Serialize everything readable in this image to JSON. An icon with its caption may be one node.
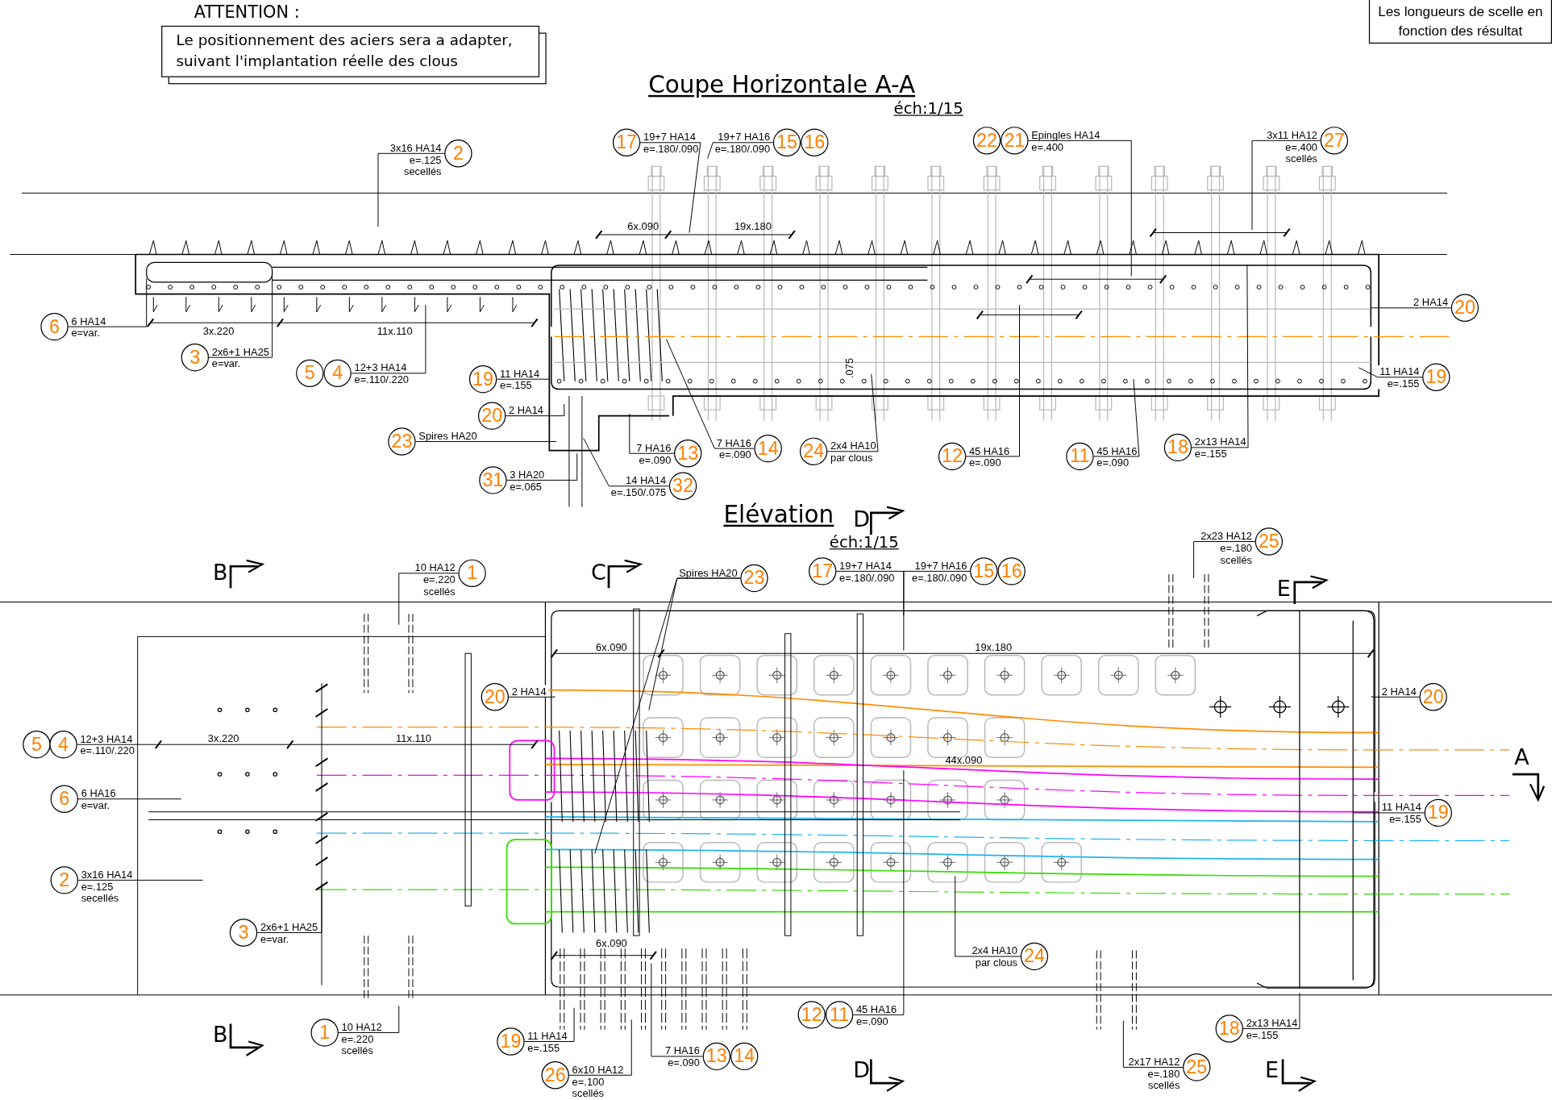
{
  "diagram": {
    "nodes": [
      {
        "text": [
          "ATTENTION :",
          "Le positionnement des aciers sera a adapter, suivant l'implantation réelle des clous"
        ]
      },
      {
        "text": [
          "Les longueurs de scelle en fonction des résultat"
        ]
      },
      {
        "text": [
          "2"
        ],
        "beside": [
          "3x16 HA14 e=.125 secellés"
        ]
      },
      {
        "text": [
          "6"
        ],
        "beside": [
          "6 HA14 e=var."
        ]
      },
      {
        "text": [
          "3"
        ],
        "beside": [
          "2x6+1 HA25 e=var."
        ]
      },
      {
        "text": [
          "5"
        ]
      },
      {
        "text": [
          "4"
        ],
        "beside": [
          "12+3 HA14 e=.110/.220"
        ]
      },
      {
        "text": [
          "17"
        ],
        "beside": [
          "19+7 HA14 e=.180/.090"
        ]
      },
      {
        "text": [
          "15"
        ],
        "beside": [
          "19+7 HA16 e=.180/.090"
        ]
      },
      {
        "text": [
          "16"
        ]
      },
      {
        "text": [
          "22"
        ]
      },
      {
        "text": [
          "21"
        ],
        "beside": [
          "Epingles HA14 e=.400"
        ]
      },
      {
        "text": [
          "27"
        ],
        "beside": [
          "3x11 HA12 e=.400 scellés"
        ]
      },
      {
        "text": [
          "20"
        ],
        "beside": [
          "2 HA14"
        ]
      },
      {
        "text": [
          "19"
        ],
        "beside": [
          "11 HA14 e=.155"
        ]
      },
      {
        "text": [
          "19"
        ],
        "beside": [
          "11 HA14 e=.155"
        ]
      },
      {
        "text": [
          "20"
        ],
        "beside": [
          "2 HA14"
        ]
      },
      {
        "text": [
          "23"
        ],
        "beside": [
          "Spires HA20"
        ]
      },
      {
        "text": [
          "13"
        ],
        "beside": [
          "7 HA16 e=.090"
        ]
      },
      {
        "text": [
          "14"
        ],
        "beside": [
          "7 HA16 e=.090"
        ]
      },
      {
        "text": [
          "24"
        ],
        "beside": [
          "2x4 HA10 par clous"
        ]
      },
      {
        "text": [
          "12"
        ],
        "beside": [
          "45 HA16 e=.090"
        ]
      },
      {
        "text": [
          "11"
        ],
        "beside": [
          "45 HA16 e=.090"
        ]
      },
      {
        "text": [
          "18"
        ],
        "beside": [
          "2x13 HA14 e=.155"
        ]
      },
      {
        "text": [
          "31"
        ],
        "beside": [
          "3 HA20 e=.065"
        ]
      },
      {
        "text": [
          "32"
        ],
        "beside": [
          "14 HA14 e=.150/.075"
        ]
      },
      {
        "text": [
          "1"
        ],
        "beside": [
          "10 HA12 e=.220 scellés"
        ]
      },
      {
        "text": [
          "17"
        ],
        "beside": [
          "19+7 HA14 e=.180/.090"
        ]
      },
      {
        "text": [
          "15"
        ],
        "beside": [
          "19+7 HA16 e=.180/.090"
        ]
      },
      {
        "text": [
          "16"
        ]
      },
      {
        "text": [
          "23"
        ],
        "beside": [
          "Spires HA20"
        ]
      },
      {
        "text": [
          "25"
        ],
        "beside": [
          "2x23 HA12 e=.180 scellés"
        ]
      },
      {
        "text": [
          "20"
        ],
        "beside": [
          "2 HA14"
        ]
      },
      {
        "text": [
          "20"
        ],
        "beside": [
          "2 HA14"
        ]
      },
      {
        "text": [
          "5"
        ]
      },
      {
        "text": [
          "4"
        ],
        "beside": [
          "12+3 HA14 e=.110/.220"
        ]
      },
      {
        "text": [
          "6"
        ],
        "beside": [
          "6 HA16 e=var."
        ]
      },
      {
        "text": [
          "19"
        ],
        "beside": [
          "11 HA14 e=.155"
        ]
      },
      {
        "text": [
          "2"
        ],
        "beside": [
          "3x16 HA14 e=.125 secellés"
        ]
      },
      {
        "text": [
          "3"
        ],
        "beside": [
          "2x6+1 HA25 e=var."
        ]
      },
      {
        "text": [
          "24"
        ],
        "beside": [
          "2x4 HA10 par clous"
        ]
      },
      {
        "text": [
          "1"
        ],
        "beside": [
          "10 HA12 e=.220 scellés"
        ]
      },
      {
        "text": [
          "12"
        ]
      },
      {
        "text": [
          "11"
        ],
        "beside": [
          "45 HA16 e=.090"
        ]
      },
      {
        "text": [
          "18"
        ],
        "beside": [
          "2x13 HA14 e=.155"
        ]
      },
      {
        "text": [
          "19"
        ],
        "beside": [
          "11 HA14 e=.155"
        ]
      },
      {
        "text": [
          "26"
        ],
        "beside": [
          "6x10 HA12 e=.100 scellés"
        ]
      },
      {
        "text": [
          "13"
        ],
        "beside": [
          "7 HA16 e=.090"
        ]
      },
      {
        "text": [
          "14"
        ]
      },
      {
        "text": [
          "25"
        ],
        "beside": [
          "2x17 HA12 e=.180 scellés"
        ]
      }
    ],
    "edges": [
      {
        "from": 2,
        "to": null,
        "arrow": "none"
      },
      {
        "from": 3,
        "to": null,
        "arrow": "none"
      },
      {
        "from": 4,
        "to": null,
        "arrow": "none"
      },
      {
        "from": 6,
        "to": null,
        "arrow": "none"
      },
      {
        "from": 7,
        "to": null,
        "arrow": "none"
      },
      {
        "from": 8,
        "to": null,
        "arrow": "none"
      },
      {
        "from": 11,
        "to": null,
        "arrow": "none"
      },
      {
        "from": 12,
        "to": null,
        "arrow": "none"
      },
      {
        "from": 13,
        "to": null,
        "arrow": "none"
      },
      {
        "from": 14,
        "to": null,
        "arrow": "none"
      },
      {
        "from": 15,
        "to": null,
        "arrow": "none"
      },
      {
        "from": 16,
        "to": null,
        "arrow": "none"
      },
      {
        "from": 17,
        "to": null,
        "arrow": "none"
      },
      {
        "from": 18,
        "to": null,
        "arrow": "none"
      },
      {
        "from": 19,
        "to": null,
        "arrow": "none"
      },
      {
        "from": 20,
        "to": null,
        "arrow": "none"
      },
      {
        "from": 21,
        "to": null,
        "arrow": "none"
      },
      {
        "from": 22,
        "to": null,
        "arrow": "none"
      },
      {
        "from": 23,
        "to": null,
        "arrow": "none"
      },
      {
        "from": 24,
        "to": null,
        "arrow": "none"
      },
      {
        "from": 25,
        "to": null,
        "arrow": "none"
      },
      {
        "from": 26,
        "to": null,
        "arrow": "none"
      },
      {
        "from": 27,
        "to": null,
        "arrow": "none"
      },
      {
        "from": 28,
        "to": null,
        "arrow": "none"
      },
      {
        "from": 30,
        "to": null,
        "arrow": "none"
      },
      {
        "from": 30,
        "to": null,
        "arrow": "none"
      },
      {
        "from": 31,
        "to": null,
        "arrow": "none"
      },
      {
        "from": 32,
        "to": null,
        "arrow": "none"
      },
      {
        "from": 33,
        "to": null,
        "arrow": "none"
      },
      {
        "from": 35,
        "to": null,
        "arrow": "none"
      },
      {
        "from": 36,
        "to": null,
        "arrow": "none"
      },
      {
        "from": 37,
        "to": null,
        "arrow": "none"
      },
      {
        "from": 38,
        "to": null,
        "arrow": "none"
      },
      {
        "from": 39,
        "to": null,
        "arrow": "none"
      },
      {
        "from": 40,
        "to": null,
        "arrow": "none"
      },
      {
        "from": 41,
        "to": null,
        "arrow": "none"
      },
      {
        "from": 43,
        "to": null,
        "arrow": "none"
      },
      {
        "from": 44,
        "to": null,
        "arrow": "none"
      },
      {
        "from": 45,
        "to": null,
        "arrow": "none"
      },
      {
        "from": 46,
        "to": null,
        "arrow": "none"
      },
      {
        "from": 47,
        "to": null,
        "arrow": "none"
      },
      {
        "from": 49,
        "to": null,
        "arrow": "none"
      }
    ],
    "labels": [
      "Coupe Horizontale A-A",
      "éch:1/15",
      "6x.090",
      "19x.180",
      "3x.220",
      "11x.110",
      ".075",
      "Elévation",
      "D",
      "éch:1/15",
      "B",
      "C",
      "E",
      "6x.090",
      "19x.180",
      "3x.220",
      "11x.110",
      "44x.090",
      "A",
      "6x.090",
      "B",
      "D",
      "E"
    ]
  }
}
